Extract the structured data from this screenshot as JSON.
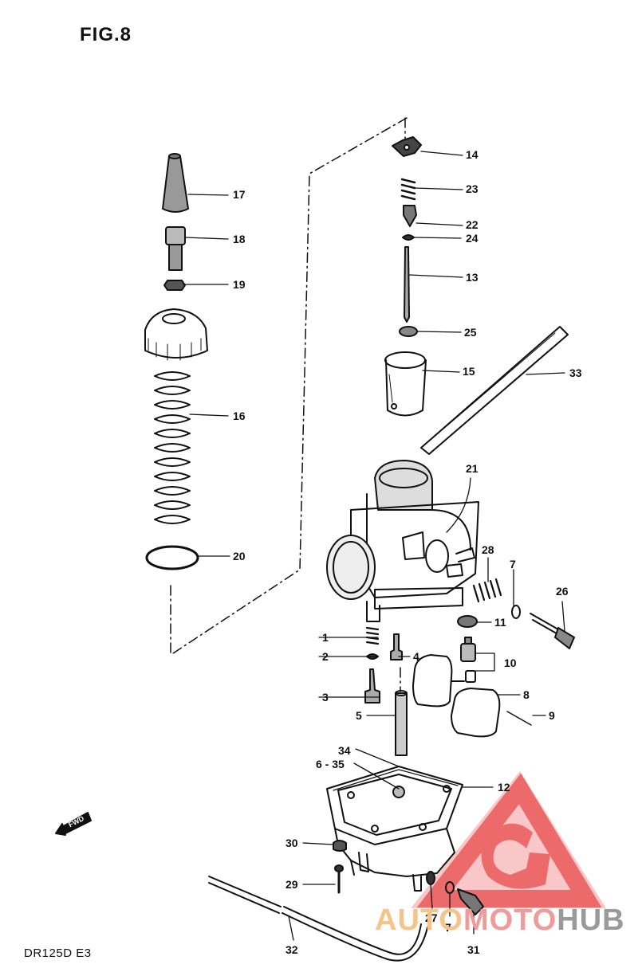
{
  "figure": {
    "title": "FIG.8",
    "model": "DR125D  E3"
  },
  "fwd_mark": "FWD",
  "callouts": [
    {
      "id": "c14",
      "label": "14"
    },
    {
      "id": "c23",
      "label": "23"
    },
    {
      "id": "c22",
      "label": "22"
    },
    {
      "id": "c24",
      "label": "24"
    },
    {
      "id": "c13",
      "label": "13"
    },
    {
      "id": "c25",
      "label": "25"
    },
    {
      "id": "c15",
      "label": "15"
    },
    {
      "id": "c33",
      "label": "33"
    },
    {
      "id": "c17",
      "label": "17"
    },
    {
      "id": "c18",
      "label": "18"
    },
    {
      "id": "c19",
      "label": "19"
    },
    {
      "id": "c16",
      "label": "16"
    },
    {
      "id": "c20",
      "label": "20"
    },
    {
      "id": "c21",
      "label": "21"
    },
    {
      "id": "c28",
      "label": "28"
    },
    {
      "id": "c7a",
      "label": "7"
    },
    {
      "id": "c26",
      "label": "26"
    },
    {
      "id": "c11",
      "label": "11"
    },
    {
      "id": "c1",
      "label": "1"
    },
    {
      "id": "c2",
      "label": "2"
    },
    {
      "id": "c4",
      "label": "4"
    },
    {
      "id": "c10",
      "label": "10"
    },
    {
      "id": "c3",
      "label": "3"
    },
    {
      "id": "c8",
      "label": "8"
    },
    {
      "id": "c9",
      "label": "9"
    },
    {
      "id": "c5",
      "label": "5"
    },
    {
      "id": "c34",
      "label": "34"
    },
    {
      "id": "c635",
      "label": "6 - 35"
    },
    {
      "id": "c12",
      "label": "12"
    },
    {
      "id": "c30",
      "label": "30"
    },
    {
      "id": "c29",
      "label": "29"
    },
    {
      "id": "c27",
      "label": "27"
    },
    {
      "id": "c7b",
      "label": "7"
    },
    {
      "id": "c32",
      "label": "32"
    },
    {
      "id": "c31",
      "label": "31"
    }
  ],
  "watermark": {
    "part1": "AUTO",
    "part2": "MOTO",
    "part3": "HUB",
    "colors": {
      "auto": "#f6c38a",
      "moto": "#f19a9a",
      "hub": "#9a9a9a",
      "triangle": "#e84545"
    }
  }
}
